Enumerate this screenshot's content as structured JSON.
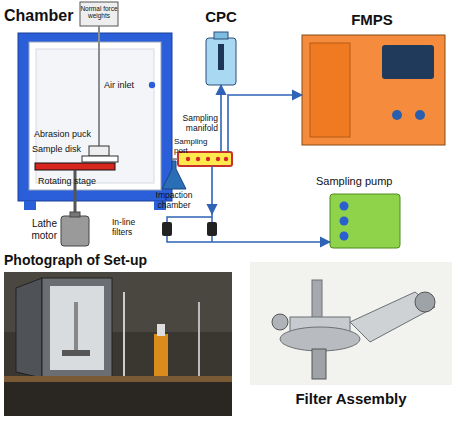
{
  "diagram": {
    "nodes": [
      {
        "text": [
          "Chamber"
        ]
      },
      {
        "text": [
          "Normal force weights"
        ]
      },
      {
        "text": [
          "CPC"
        ]
      },
      {
        "text": [
          "FMPS"
        ]
      },
      {
        "text": [
          "Sampling manifold"
        ]
      },
      {
        "text": [
          "Impaction chamber"
        ]
      },
      {
        "text": [
          "In-line filters"
        ]
      },
      {
        "text": [
          "Sampling pump"
        ]
      },
      {
        "text": [
          "Lathe motor"
        ]
      },
      {
        "text": [
          "Photograph of Set-up"
        ]
      },
      {
        "text": [
          "Filter Assembly"
        ]
      }
    ],
    "edges": [
      {
        "from": 0,
        "to": 4,
        "arrow": "none"
      },
      {
        "from": 4,
        "to": 2,
        "arrow": "to"
      },
      {
        "from": 4,
        "to": 3,
        "arrow": "to"
      },
      {
        "from": 4,
        "to": 6,
        "arrow": "to"
      },
      {
        "from": 6,
        "to": 7,
        "arrow": "to"
      }
    ],
    "labels": [
      "Air inlet",
      "Abrasion puck",
      "Sample disk",
      "Rotating stage",
      "Sampling port"
    ]
  }
}
